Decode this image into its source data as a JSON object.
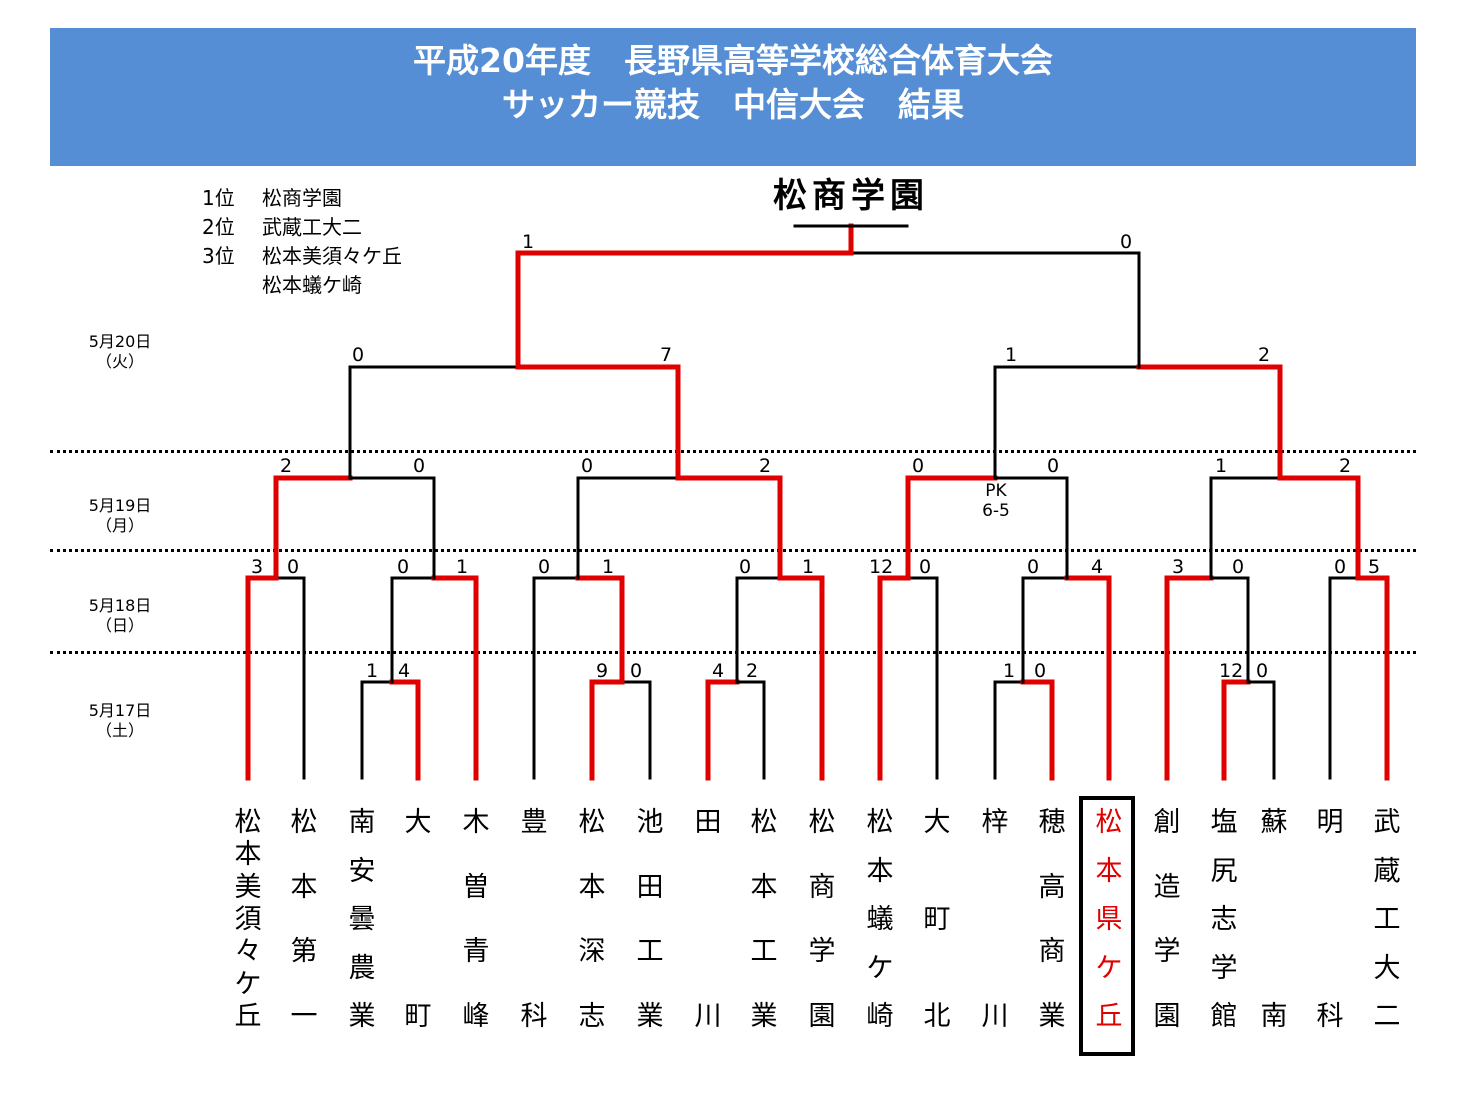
{
  "header": {
    "line1": "平成20年度　長野県高等学校総合体育大会",
    "line2": "サッカー競技　中信大会　結果"
  },
  "winner": "松商学園",
  "ranking": [
    {
      "label": "1位",
      "teams": [
        "松商学園"
      ]
    },
    {
      "label": "2位",
      "teams": [
        "武蔵工大二"
      ]
    },
    {
      "label": "3位",
      "teams": [
        "松本美須々ケ丘",
        "松本蟻ケ崎"
      ]
    }
  ],
  "dates": [
    {
      "day": "5月20日",
      "weekday": "（火）"
    },
    {
      "day": "5月19日",
      "weekday": "（月）"
    },
    {
      "day": "5月18日",
      "weekday": "（日）"
    },
    {
      "day": "5月17日",
      "weekday": "（土）"
    }
  ],
  "pk": {
    "label": "PK",
    "score": "6-5"
  },
  "teams": [
    "松本美須々ケ丘",
    "松本第一",
    "南安曇農業",
    "大町",
    "木曽青峰",
    "豊科",
    "松本深志",
    "池田工業",
    "田川",
    "松本工業",
    "松商学園",
    "松本蟻ケ崎",
    "大町北",
    "梓川",
    "穂高商業",
    "松本県ケ丘",
    "創造学園",
    "塩尻志学館",
    "蘇南",
    "明科",
    "武蔵工大二"
  ],
  "scores": {
    "final": [
      "1",
      "0"
    ],
    "semi_left": [
      "0",
      "7"
    ],
    "semi_right": [
      "1",
      "2"
    ],
    "qf1": [
      "2",
      "0"
    ],
    "qf2": [
      "0",
      "2"
    ],
    "qf3": [
      "0",
      "0"
    ],
    "qf4": [
      "1",
      "2"
    ],
    "r2_1": [
      "3",
      "0"
    ],
    "r2_2": [
      "0",
      "1"
    ],
    "r2_3": [
      "0",
      "1"
    ],
    "r2_4": [
      "0",
      "1"
    ],
    "r2_5": [
      "12",
      "0"
    ],
    "r2_6": [
      "0",
      "4"
    ],
    "r2_7": [
      "3",
      "0"
    ],
    "r2_8": [
      "0",
      "5"
    ],
    "r1_1": [
      "1",
      "4"
    ],
    "r1_2": [
      "9",
      "0"
    ],
    "r1_3": [
      "4",
      "2"
    ],
    "r1_4": [
      "1",
      "0"
    ],
    "r1_5": [
      "12",
      "0"
    ]
  },
  "colors": {
    "header_bg": "#558ed5",
    "win_line": "#e00000",
    "lose_line": "#000000"
  }
}
